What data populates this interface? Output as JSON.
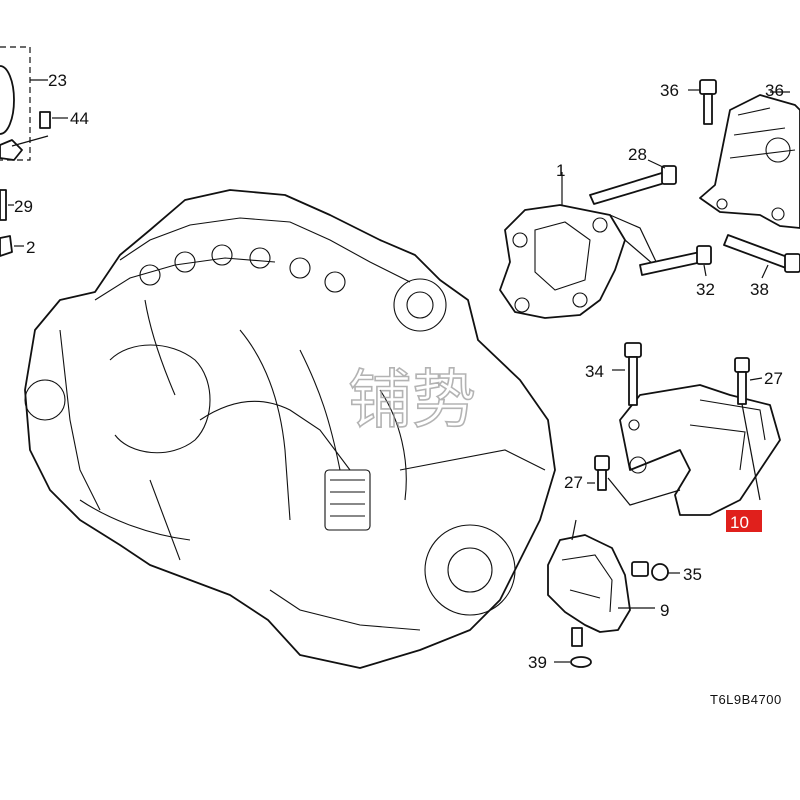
{
  "callouts": {
    "p1": "1",
    "p2": "2",
    "p9": "9",
    "p10": "10",
    "p23": "23",
    "p27a": "27",
    "p27b": "27",
    "p28": "28",
    "p29": "29",
    "p32": "32",
    "p34": "34",
    "p35": "35",
    "p36a": "36",
    "p36b": "36",
    "p38": "38",
    "p39": "39",
    "p44": "44"
  },
  "highlight_color": "#e0201c",
  "diagram_code": "T6L9B4700",
  "watermark": "铺势"
}
